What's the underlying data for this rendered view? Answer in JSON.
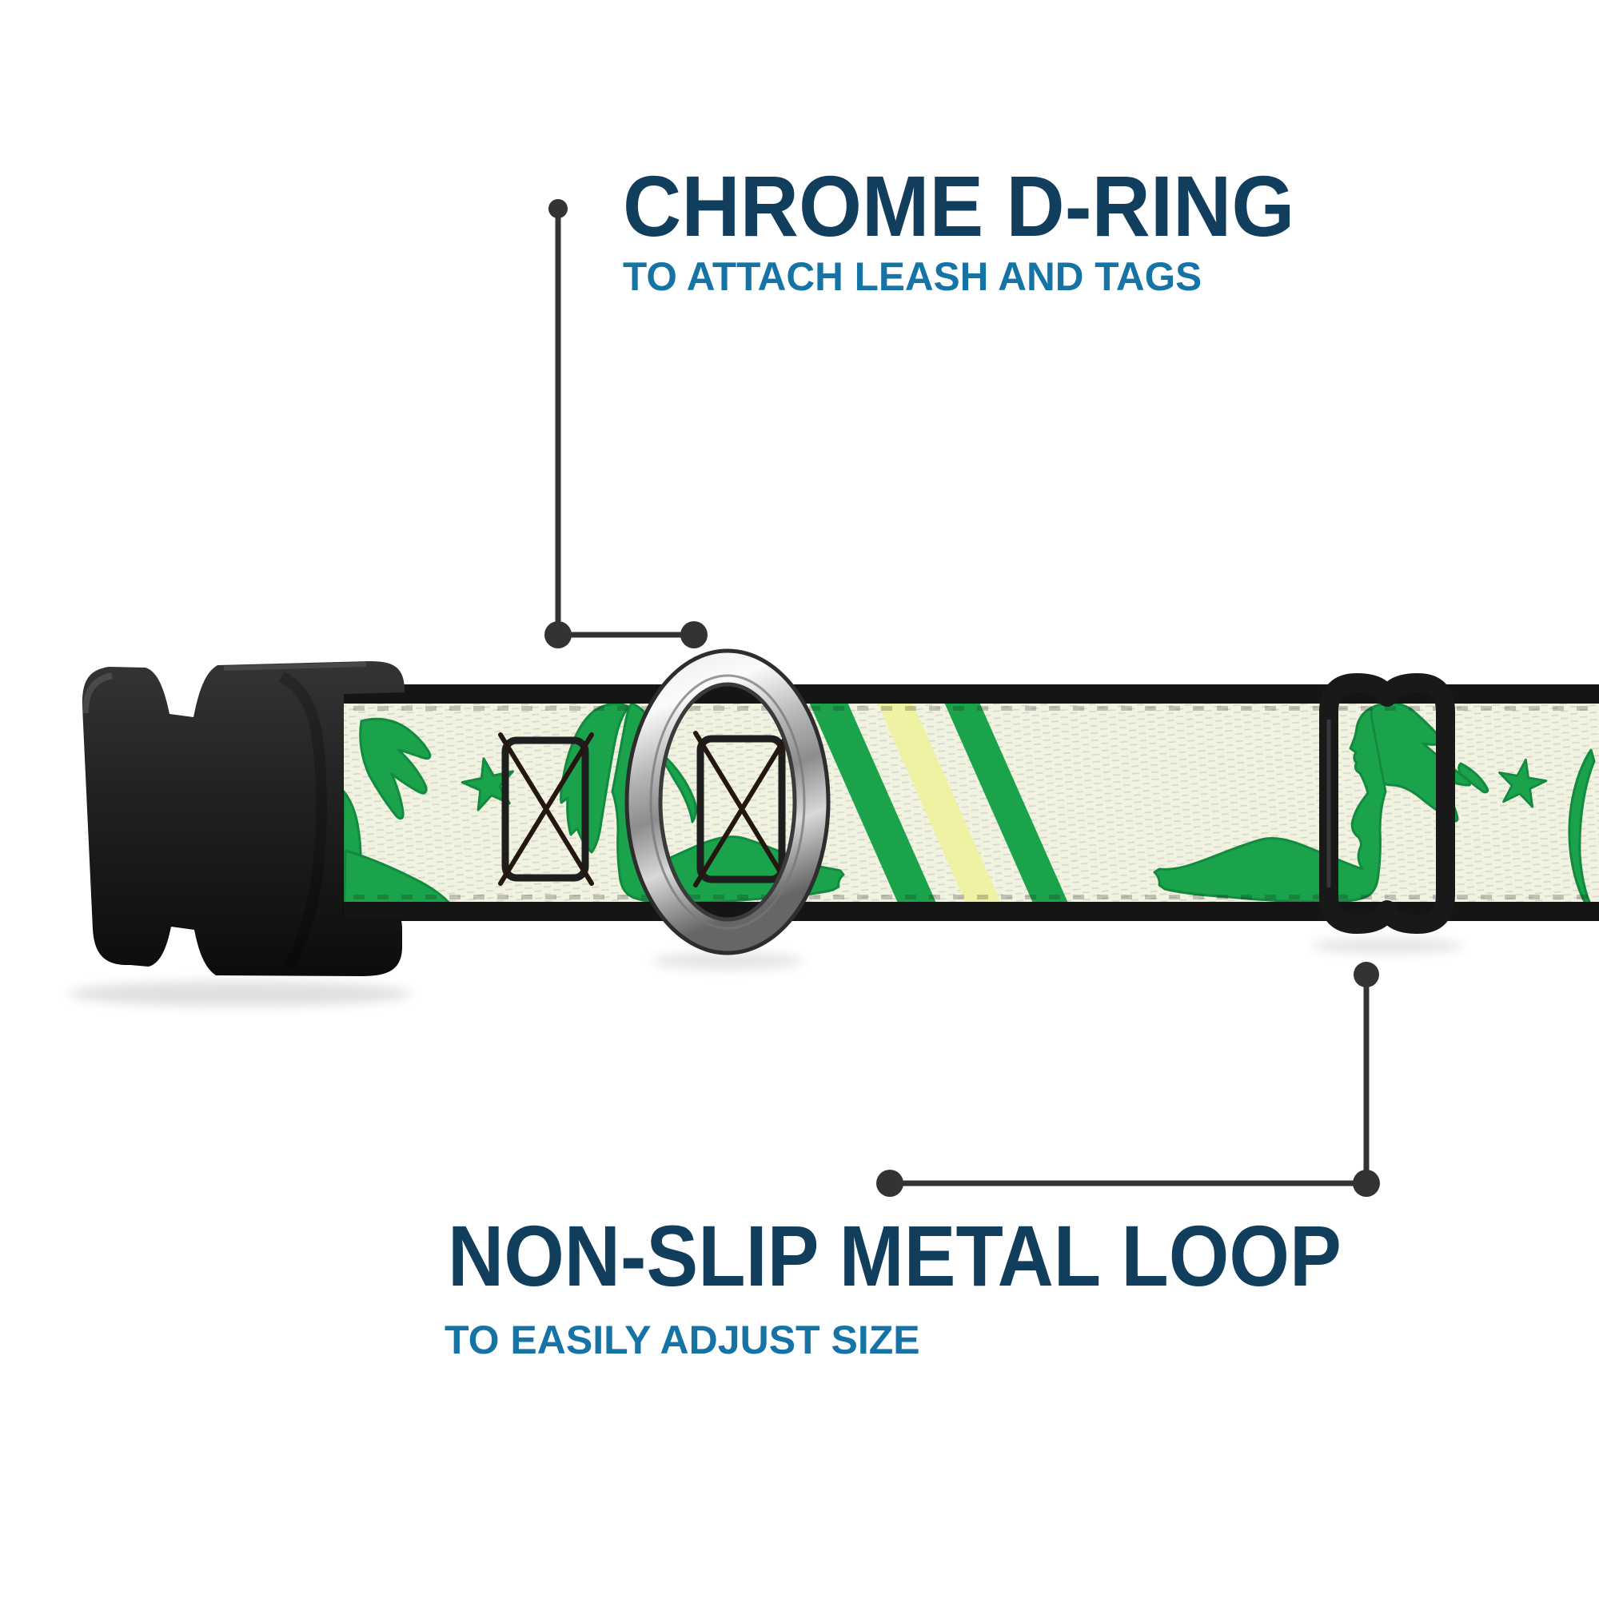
{
  "image": {
    "kind": "product-infographic",
    "background": "#ffffff"
  },
  "annotations": {
    "dring": {
      "title": "CHROME D-RING",
      "subtitle": "TO ATTACH LEASH AND TAGS"
    },
    "loop": {
      "title": "NON-SLIP METAL LOOP",
      "subtitle": "TO EASILY ADJUST SIZE"
    }
  },
  "colors": {
    "background": "#ffffff",
    "navy": "#123e5d",
    "blue": "#1673a6",
    "callout": "#333333",
    "cream": "#f2f3df",
    "webedge": "#151515",
    "green": "#1ba34c",
    "greenedge": "#128a40",
    "yellow": "#eef2a2",
    "metal-dark": "#191919"
  }
}
